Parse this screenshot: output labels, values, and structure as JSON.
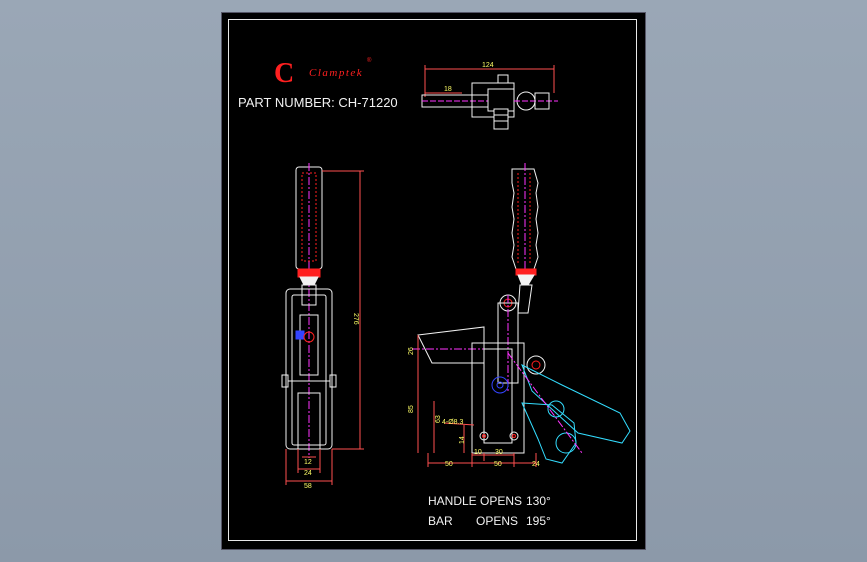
{
  "logo": {
    "text": "Clamptek",
    "registered": "®",
    "mark": "C"
  },
  "part_number": "PART NUMBER: CH-71220",
  "specs": {
    "handle_label": "HANDLE  OPENS",
    "handle_value": "130°",
    "bar_label": "BAR",
    "bar_opens": "OPENS",
    "bar_value": "195°"
  },
  "dimensions": {
    "top_width": "124",
    "top_small": "18",
    "height_total": "276",
    "front_w1": "12",
    "front_w2": "24",
    "front_w3": "58",
    "side_26": "26",
    "side_85": "85",
    "side_63": "63",
    "side_hole": "4-Ø8.3",
    "side_14": "14",
    "side_10": "10",
    "side_30": "30",
    "side_50a": "50",
    "side_50b": "50",
    "side_24": "24"
  },
  "colors": {
    "background": "#000000",
    "outline": "#f2f2f2",
    "dimension": "#ffff66",
    "center": "#ff33ff",
    "accent_red": "#ff2020",
    "accent_blue": "#3344ff",
    "open_position": "#33ddff",
    "dim_line": "#ff5050"
  }
}
